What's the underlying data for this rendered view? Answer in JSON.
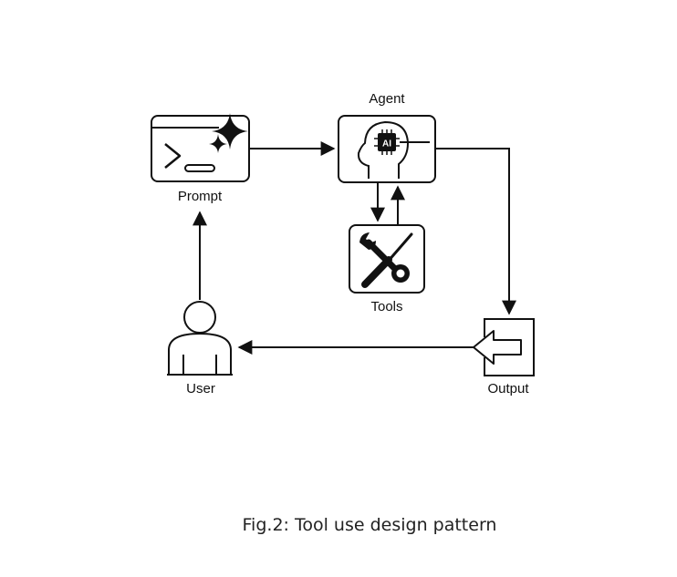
{
  "diagram": {
    "nodes": {
      "agent": {
        "label": "Agent",
        "icon": "ai-head-icon",
        "chip_text": "AI"
      },
      "prompt": {
        "label": "Prompt",
        "icon": "terminal-sparkle-icon"
      },
      "tools": {
        "label": "Tools",
        "icon": "wrench-screwdriver-icon"
      },
      "user": {
        "label": "User",
        "icon": "person-icon"
      },
      "output": {
        "label": "Output",
        "icon": "output-arrow-icon"
      }
    },
    "edges": [
      {
        "from": "prompt",
        "to": "agent"
      },
      {
        "from": "agent",
        "to": "tools"
      },
      {
        "from": "tools",
        "to": "agent"
      },
      {
        "from": "agent",
        "to": "output"
      },
      {
        "from": "output",
        "to": "user"
      },
      {
        "from": "user",
        "to": "prompt"
      }
    ],
    "caption": "Fig.2: Tool use design pattern"
  },
  "colors": {
    "stroke": "#111111",
    "background": "#ffffff"
  }
}
